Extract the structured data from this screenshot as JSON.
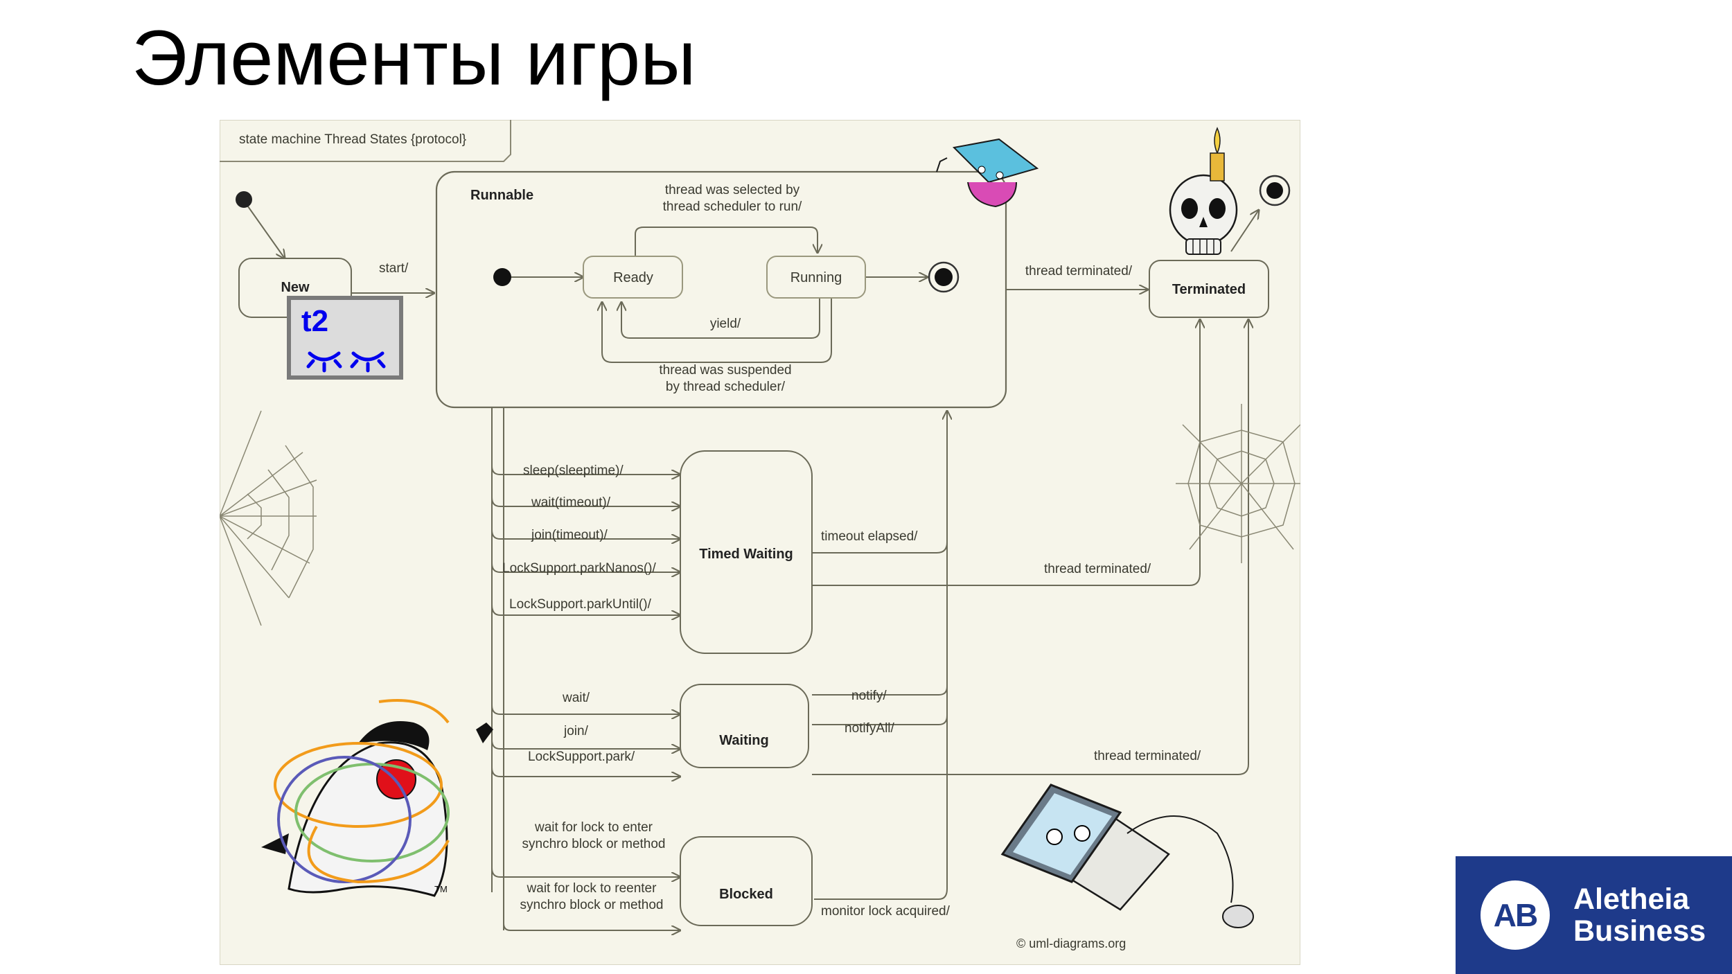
{
  "slide": {
    "title": "Элементы игры"
  },
  "diagram": {
    "frame_label": "state machine Thread States {protocol}",
    "states": {
      "new": "New",
      "runnable": "Runnable",
      "ready": "Ready",
      "running": "Running",
      "terminated": "Terminated",
      "timed_waiting": "Timed Waiting",
      "waiting": "Waiting",
      "blocked": "Blocked"
    },
    "transitions": {
      "start": "start/",
      "selected_1": "thread was selected by",
      "selected_2": "thread scheduler to run/",
      "yield": "yield/",
      "suspended_1": "thread was suspended",
      "suspended_2": "by thread scheduler/",
      "terminated_top": "thread terminated/",
      "sleep": "sleep(sleeptime)/",
      "wait_timeout": "wait(timeout)/",
      "join_timeout": "join(timeout)/",
      "park_nanos": "LockSupport.parkNanos()/",
      "park_until": "LockSupport.parkUntil()/",
      "timeout_elapsed": "timeout elapsed/",
      "terminated_timed": "thread terminated/",
      "wait": "wait/",
      "join": "join/",
      "park": "LockSupport.park/",
      "notify": "notify/",
      "notify_all": "notifyAll/",
      "terminated_waiting": "thread terminated/",
      "lock_enter_1": "wait for lock to enter",
      "lock_enter_2": "synchro block or method",
      "lock_reenter_1": "wait for lock to reenter",
      "lock_reenter_2": "synchro block or method",
      "monitor_lock": "monitor lock acquired/"
    },
    "badge": {
      "label": "t2"
    },
    "copyright": "© uml-diagrams.org",
    "trademark": "TM"
  },
  "logo": {
    "monogram": "AB",
    "line1": "Aletheia",
    "line2": "Business"
  },
  "colors": {
    "logo_bg": "#1e3a8a",
    "diagram_bg": "#f6f5ea",
    "line": "#6b6a58",
    "badge_text": "#0000ee"
  }
}
